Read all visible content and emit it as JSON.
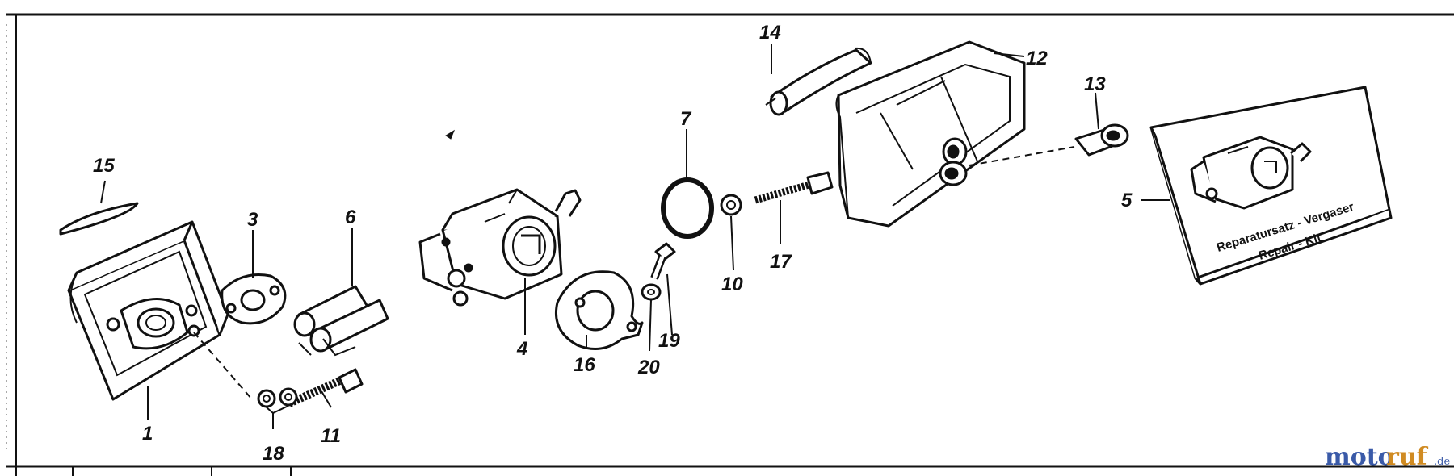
{
  "diagram": {
    "callouts": [
      {
        "id": "1",
        "label": "1"
      },
      {
        "id": "3",
        "label": "3"
      },
      {
        "id": "4",
        "label": "4"
      },
      {
        "id": "5",
        "label": "5"
      },
      {
        "id": "6",
        "label": "6"
      },
      {
        "id": "7",
        "label": "7"
      },
      {
        "id": "10",
        "label": "10"
      },
      {
        "id": "11",
        "label": "11"
      },
      {
        "id": "12",
        "label": "12"
      },
      {
        "id": "13",
        "label": "13"
      },
      {
        "id": "14",
        "label": "14"
      },
      {
        "id": "15",
        "label": "15"
      },
      {
        "id": "16",
        "label": "16"
      },
      {
        "id": "17",
        "label": "17"
      },
      {
        "id": "18",
        "label": "18"
      },
      {
        "id": "19",
        "label": "19"
      },
      {
        "id": "20",
        "label": "20"
      }
    ],
    "repair_kit_box": {
      "line1": "Reparatursatz - Vergaser",
      "line2": "Repair - Kit"
    }
  },
  "watermark": {
    "part1": "moto",
    "part2": "ruf",
    "suffix": ".de"
  },
  "colors": {
    "line": "#111111",
    "background": "#ffffff",
    "watermark_blue": "#3a5aa8",
    "watermark_orange": "#d08b22"
  }
}
